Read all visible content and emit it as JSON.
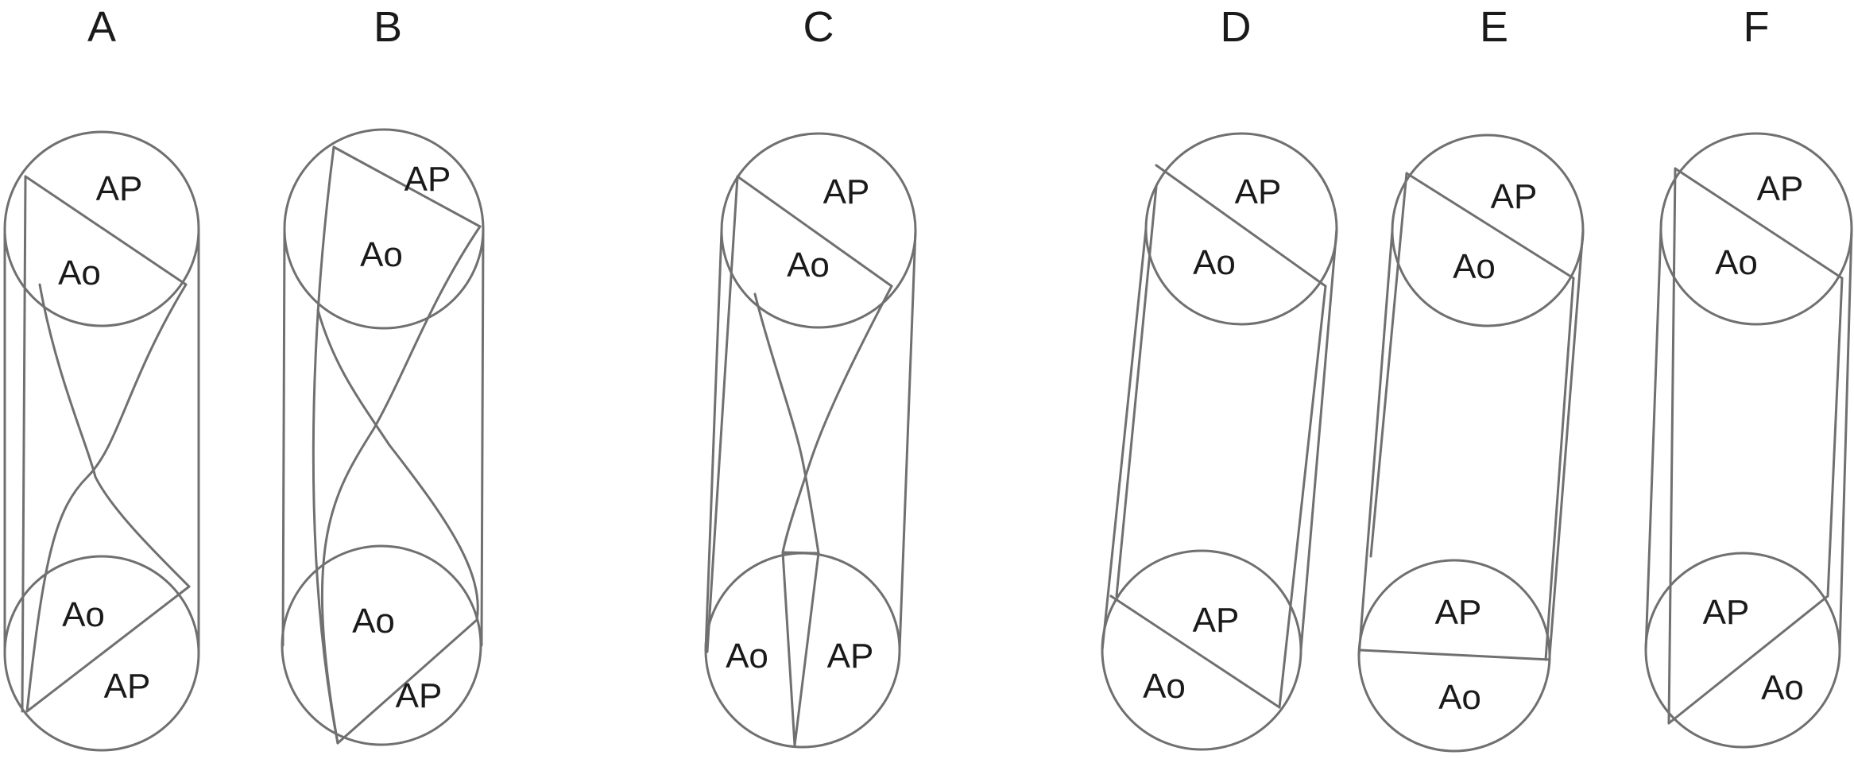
{
  "panels": [
    {
      "letter": "A",
      "top": {
        "upper": "AP",
        "lower": "Ao"
      },
      "bottom": {
        "upper": "Ao",
        "lower": "AP"
      }
    },
    {
      "letter": "B",
      "top": {
        "upper": "AP",
        "lower": "Ao"
      },
      "bottom": {
        "upper": "Ao",
        "lower": "AP"
      }
    },
    {
      "letter": "C",
      "top": {
        "upper": "AP",
        "lower": "Ao"
      },
      "bottom": {
        "left": "Ao",
        "right": "AP"
      }
    },
    {
      "letter": "D",
      "top": {
        "upper": "AP",
        "lower": "Ao"
      },
      "bottom": {
        "upper": "AP",
        "lower": "Ao"
      }
    },
    {
      "letter": "E",
      "top": {
        "upper": "AP",
        "lower": "Ao"
      },
      "bottom": {
        "upper": "AP",
        "lower": "Ao"
      }
    },
    {
      "letter": "F",
      "top": {
        "upper": "AP",
        "lower": "Ao"
      },
      "bottom": {
        "upper": "AP",
        "lower": "Ao"
      }
    }
  ]
}
